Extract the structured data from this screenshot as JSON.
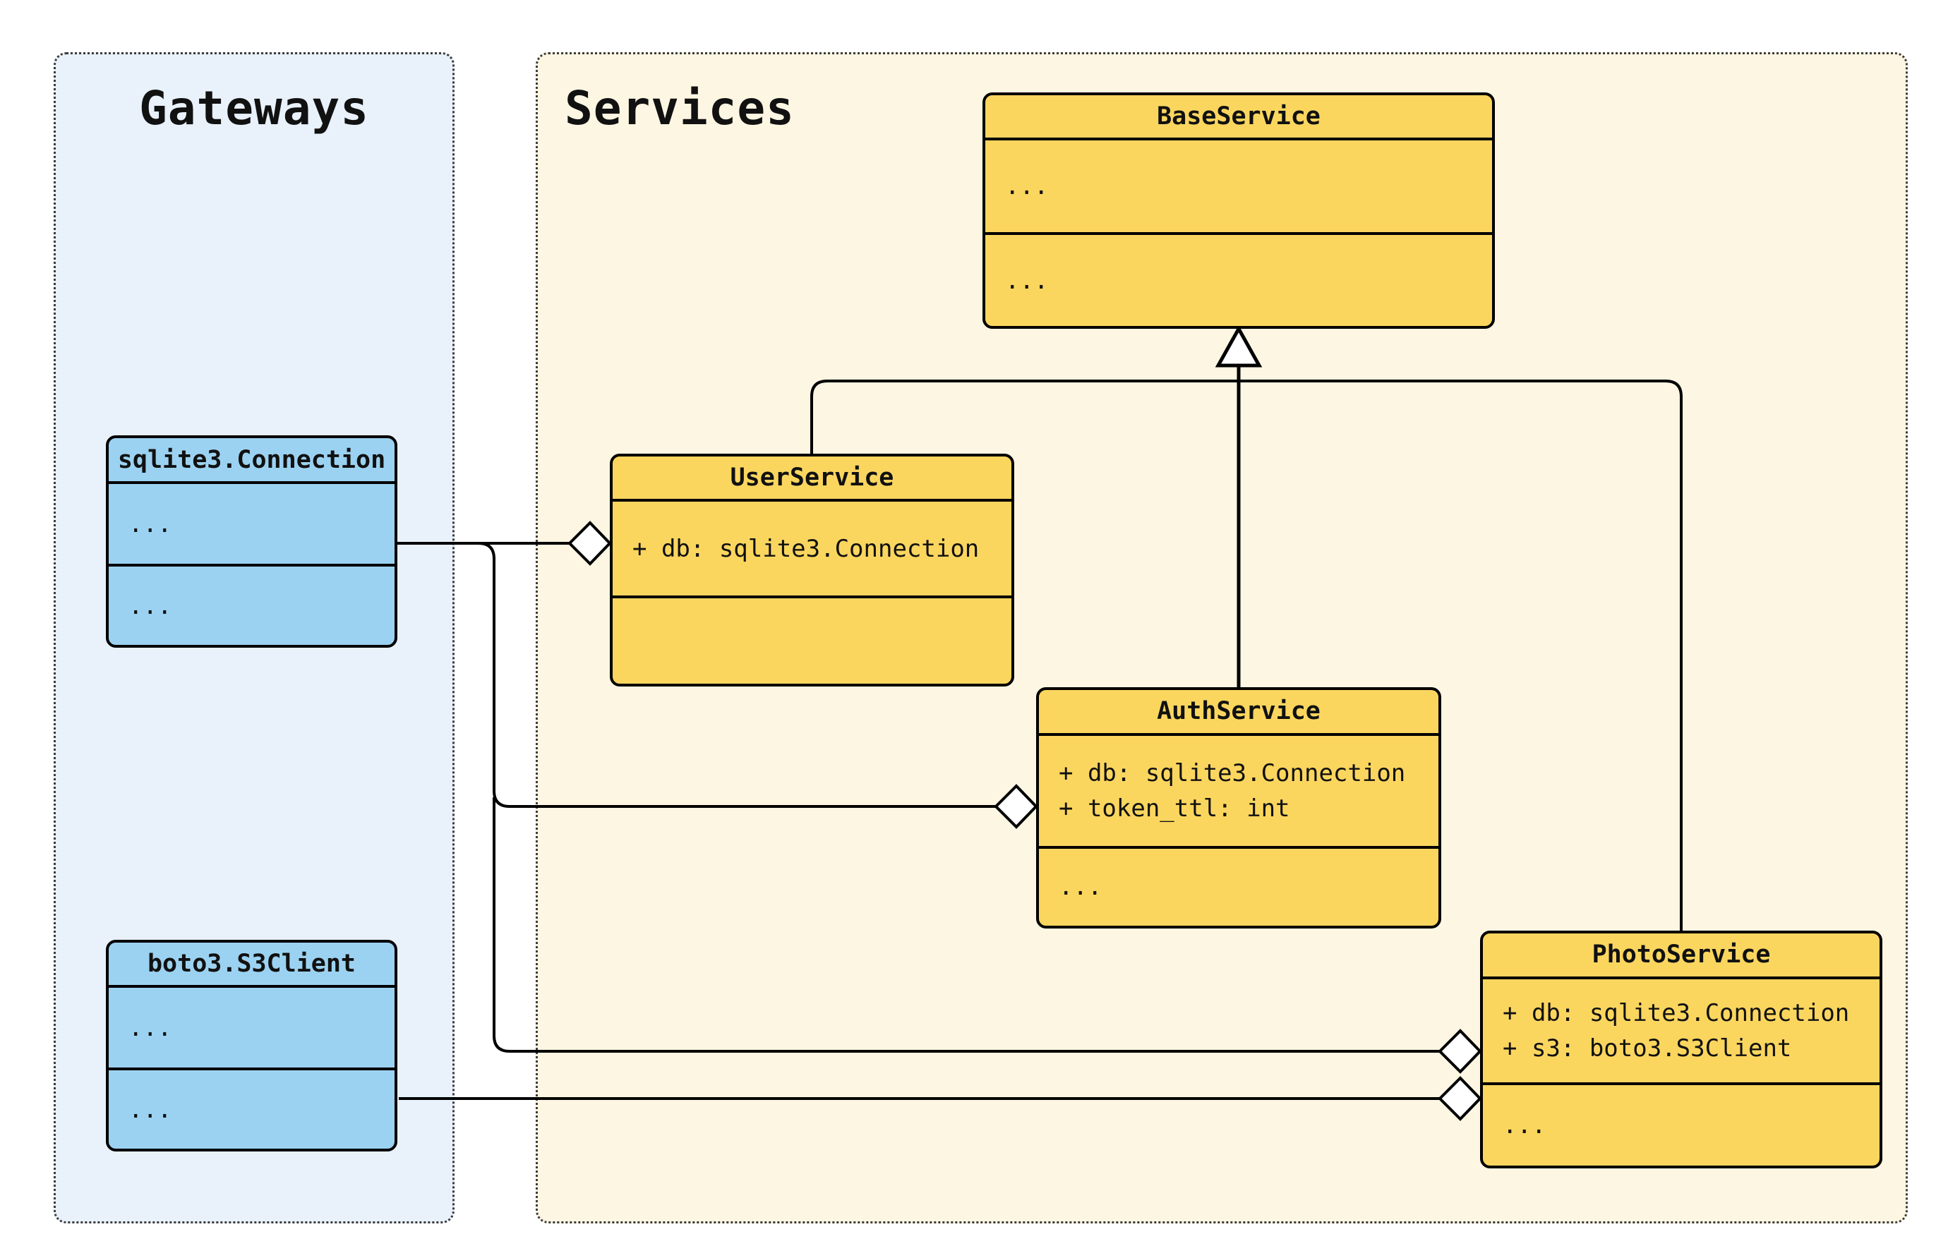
{
  "diagram": {
    "type": "uml-class-diagram",
    "panels": {
      "gateways": {
        "title": "Gateways",
        "fill": "#e9f1fa"
      },
      "services": {
        "title": "Services",
        "fill": "#fdf6e2"
      }
    },
    "classes": {
      "base_service": {
        "name": "BaseService",
        "group": "services",
        "fill": "#fbd65f",
        "attributes": [
          "..."
        ],
        "methods": [
          "..."
        ]
      },
      "user_service": {
        "name": "UserService",
        "group": "services",
        "fill": "#fbd65f",
        "attributes": [
          "+ db: sqlite3.Connection"
        ],
        "methods": []
      },
      "auth_service": {
        "name": "AuthService",
        "group": "services",
        "fill": "#fbd65f",
        "attributes": [
          "+ db: sqlite3.Connection",
          "+ token_ttl: int"
        ],
        "methods": [
          "..."
        ]
      },
      "photo_service": {
        "name": "PhotoService",
        "group": "services",
        "fill": "#fbd65f",
        "attributes": [
          "+ db: sqlite3.Connection",
          "+ s3: boto3.S3Client"
        ],
        "methods": [
          "..."
        ]
      },
      "sqlite3_connection": {
        "name": "sqlite3.Connection",
        "group": "gateways",
        "fill": "#9cd2f1",
        "attributes": [
          "..."
        ],
        "methods": [
          "..."
        ]
      },
      "boto3_s3client": {
        "name": "boto3.S3Client",
        "group": "gateways",
        "fill": "#9cd2f1",
        "attributes": [
          "..."
        ],
        "methods": [
          "..."
        ]
      }
    },
    "relationships": [
      {
        "type": "inheritance",
        "from": "UserService",
        "to": "BaseService"
      },
      {
        "type": "inheritance",
        "from": "AuthService",
        "to": "BaseService"
      },
      {
        "type": "inheritance",
        "from": "PhotoService",
        "to": "BaseService"
      },
      {
        "type": "aggregation",
        "from": "sqlite3.Connection",
        "to": "UserService"
      },
      {
        "type": "aggregation",
        "from": "sqlite3.Connection",
        "to": "AuthService"
      },
      {
        "type": "aggregation",
        "from": "sqlite3.Connection",
        "to": "PhotoService"
      },
      {
        "type": "aggregation",
        "from": "boto3.S3Client",
        "to": "PhotoService"
      }
    ],
    "colors": {
      "line": "#000000",
      "box_border": "#000000",
      "service_fill": "#fbd65f",
      "gateway_fill": "#9cd2f1",
      "panel_border": "#3b3b3b",
      "background": "#ffffff"
    }
  }
}
